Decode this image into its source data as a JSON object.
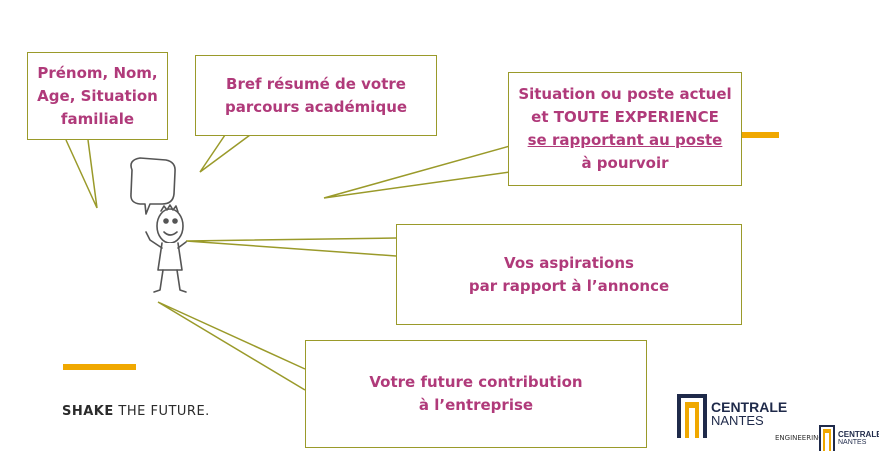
{
  "callouts": {
    "identity": {
      "lines": [
        "Prénom, Nom,",
        "Age, Situation",
        "familiale"
      ]
    },
    "academic": {
      "lines": [
        "Bref résumé de votre",
        "parcours académique"
      ]
    },
    "situation": {
      "lines": [
        "Situation ou poste actuel",
        "et TOUTE EXPERIENCE",
        "se rapportant au poste",
        "à pourvoir"
      ]
    },
    "aspirations": {
      "lines": [
        "Vos aspirations",
        "par rapport à l’annonce"
      ]
    },
    "contribution": {
      "lines": [
        "Votre future contribution",
        "à l’entreprise"
      ]
    }
  },
  "footer": {
    "slogan_bold": "SHAKE",
    "slogan_rest": " THE FUTURE.",
    "logo_main_line1": "CENTRALE",
    "logo_main_line2": "NANTES",
    "engineering_text": "ENGINEERING",
    "logo_small_line1": "CENTRALE",
    "logo_small_line2": "NANTES"
  },
  "colors": {
    "text": "#b03a7a",
    "border": "#9a9a2a",
    "accent": "#f0a800",
    "logo_navy": "#1f2a4a"
  }
}
